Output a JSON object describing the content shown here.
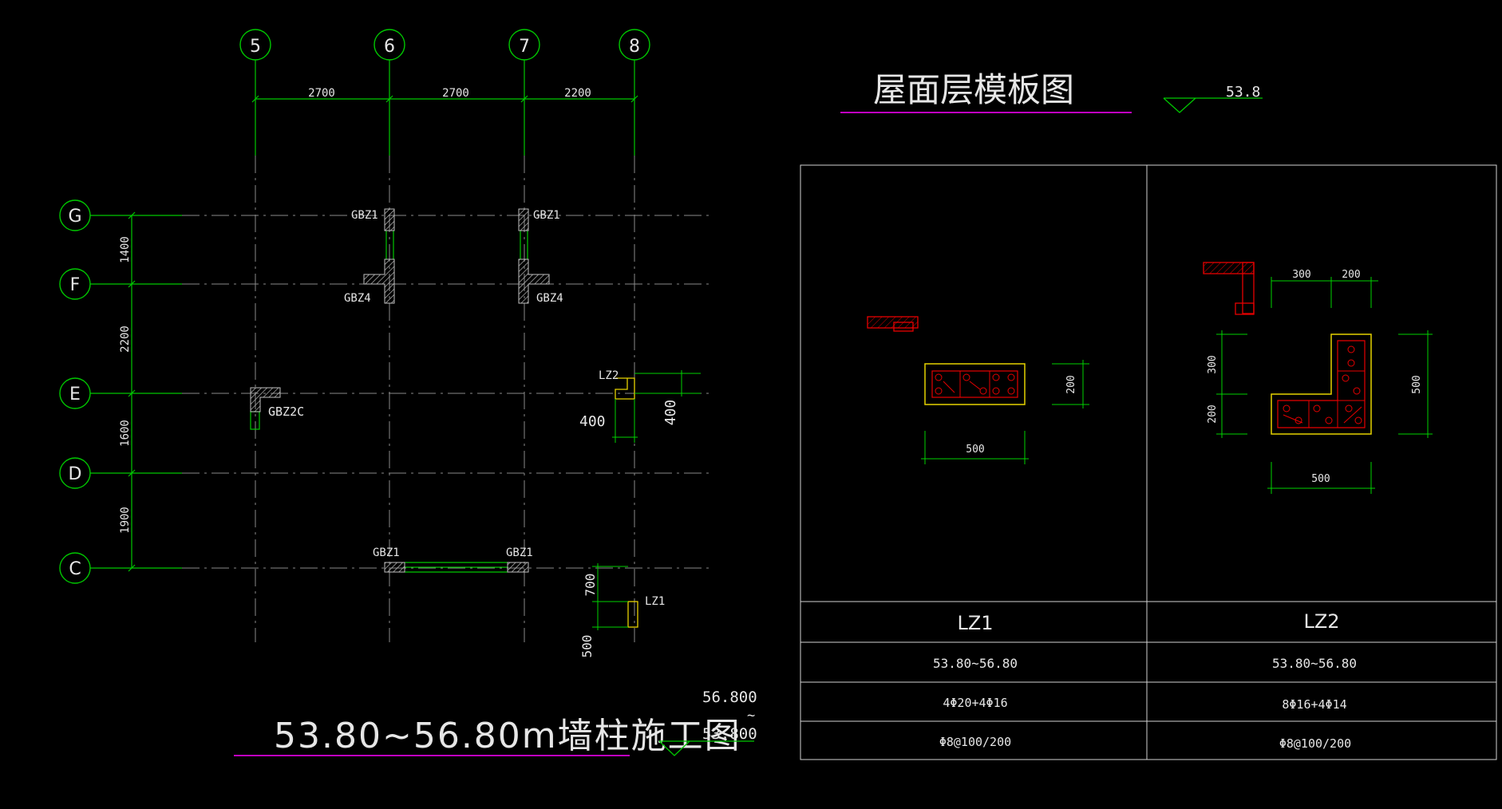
{
  "colors": {
    "background": "#000000",
    "axis_line": "#00c800",
    "dim": "#00d200",
    "text": "#e6e6e6",
    "hatch": "#bfbfbf",
    "magenta": "#c000c0",
    "yellow": "#e6d200",
    "red": "#e60000",
    "table": "#d2d2d2"
  },
  "plan": {
    "grid_columns": [
      {
        "label": "5"
      },
      {
        "label": "6"
      },
      {
        "label": "7"
      },
      {
        "label": "8"
      }
    ],
    "grid_rows": [
      {
        "label": "G"
      },
      {
        "label": "F"
      },
      {
        "label": "E"
      },
      {
        "label": "D"
      },
      {
        "label": "C"
      }
    ],
    "column_spacings": [
      "2700",
      "2700",
      "2200"
    ],
    "row_spacings": [
      "1400",
      "2200",
      "1600",
      "1900"
    ],
    "labels": {
      "gbz1_a": "GBZ1",
      "gbz1_b": "GBZ1",
      "gbz4_a": "GBZ4",
      "gbz4_b": "GBZ4",
      "gbz2c": "GBZ2C",
      "gbz1_c": "GBZ1",
      "gbz1_d": "GBZ1",
      "lz2": "LZ2",
      "lz1": "LZ1"
    },
    "lz2_dims": {
      "horizontal": "400",
      "vertical": "400"
    },
    "lz1_dims": {
      "upper": "700",
      "lower": "500"
    },
    "title": "53.80~56.80m墙柱施工图",
    "elevation": {
      "top": "56.800",
      "sep": "~",
      "bottom": "53.800"
    }
  },
  "roof": {
    "title": "屋面层模板图",
    "elevation": "53.8"
  },
  "details": {
    "lz1": {
      "width": "500",
      "height": "200"
    },
    "lz2": {
      "top_a": "300",
      "top_b": "200",
      "left_a": "300",
      "left_b": "200",
      "right": "500",
      "bottom": "500"
    }
  },
  "table": {
    "columns": [
      {
        "name": "LZ1",
        "elevation": "53.80~56.80",
        "longitudinal": "4Φ20+4Φ16",
        "stirrup": "Φ8@100/200"
      },
      {
        "name": "LZ2",
        "elevation": "53.80~56.80",
        "longitudinal": "8Φ16+4Φ14",
        "stirrup": "Φ8@100/200"
      }
    ]
  }
}
